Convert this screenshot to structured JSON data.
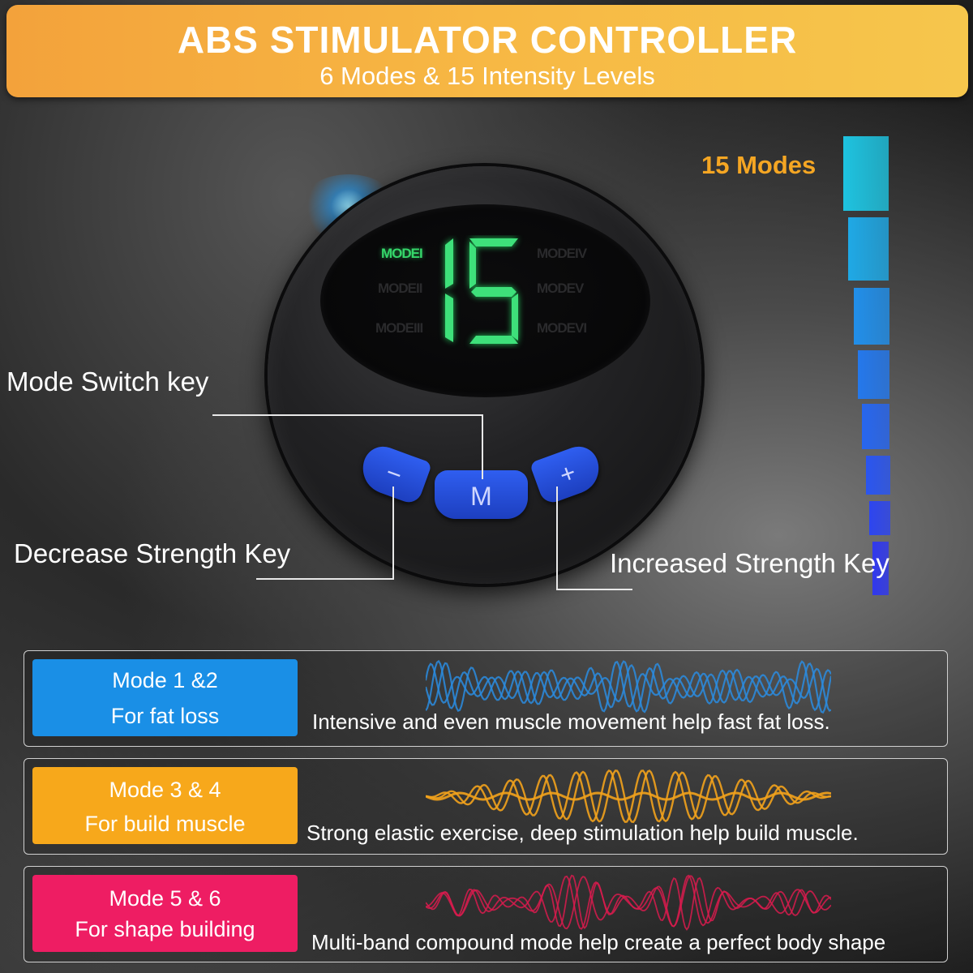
{
  "header": {
    "title": "ABS STIMULATOR CONTROLLER",
    "subtitle": "6 Modes & 15 Intensity Levels"
  },
  "levels": {
    "label": "15 Modes",
    "bar_count": 8
  },
  "display": {
    "value": "15",
    "modes": [
      "MODEI",
      "MODEII",
      "MODEIII",
      "MODEIV",
      "MODEV",
      "MODEVI"
    ],
    "active_mode": "MODEI"
  },
  "buttons": {
    "minus": "−",
    "mode": "M",
    "plus": "+"
  },
  "callouts": {
    "mode_switch": "Mode Switch key",
    "decrease": "Decrease Strength Key",
    "increase": "Increased Strength Key"
  },
  "modes": [
    {
      "title": "Mode 1 &2",
      "subtitle": "For fat loss",
      "description": "Intensive and even muscle movement help fast fat loss.",
      "color": "#1a8fe6",
      "wave_color": "#2a8ce0"
    },
    {
      "title": "Mode 3 & 4",
      "subtitle": "For build muscle",
      "description": "Strong elastic exercise, deep stimulation help build muscle.",
      "color": "#f7a81b",
      "wave_color": "#f2a21c"
    },
    {
      "title": "Mode 5 & 6",
      "subtitle": "For shape building",
      "description": "Multi-band compound mode help create a perfect body shape",
      "color": "#ee1d63",
      "wave_color": "#d81b4d"
    }
  ],
  "colors": {
    "banner": "#f7b844",
    "accent_label": "#f5a623",
    "display_green": "#35d66a",
    "button_blue": "#2a55e8"
  }
}
